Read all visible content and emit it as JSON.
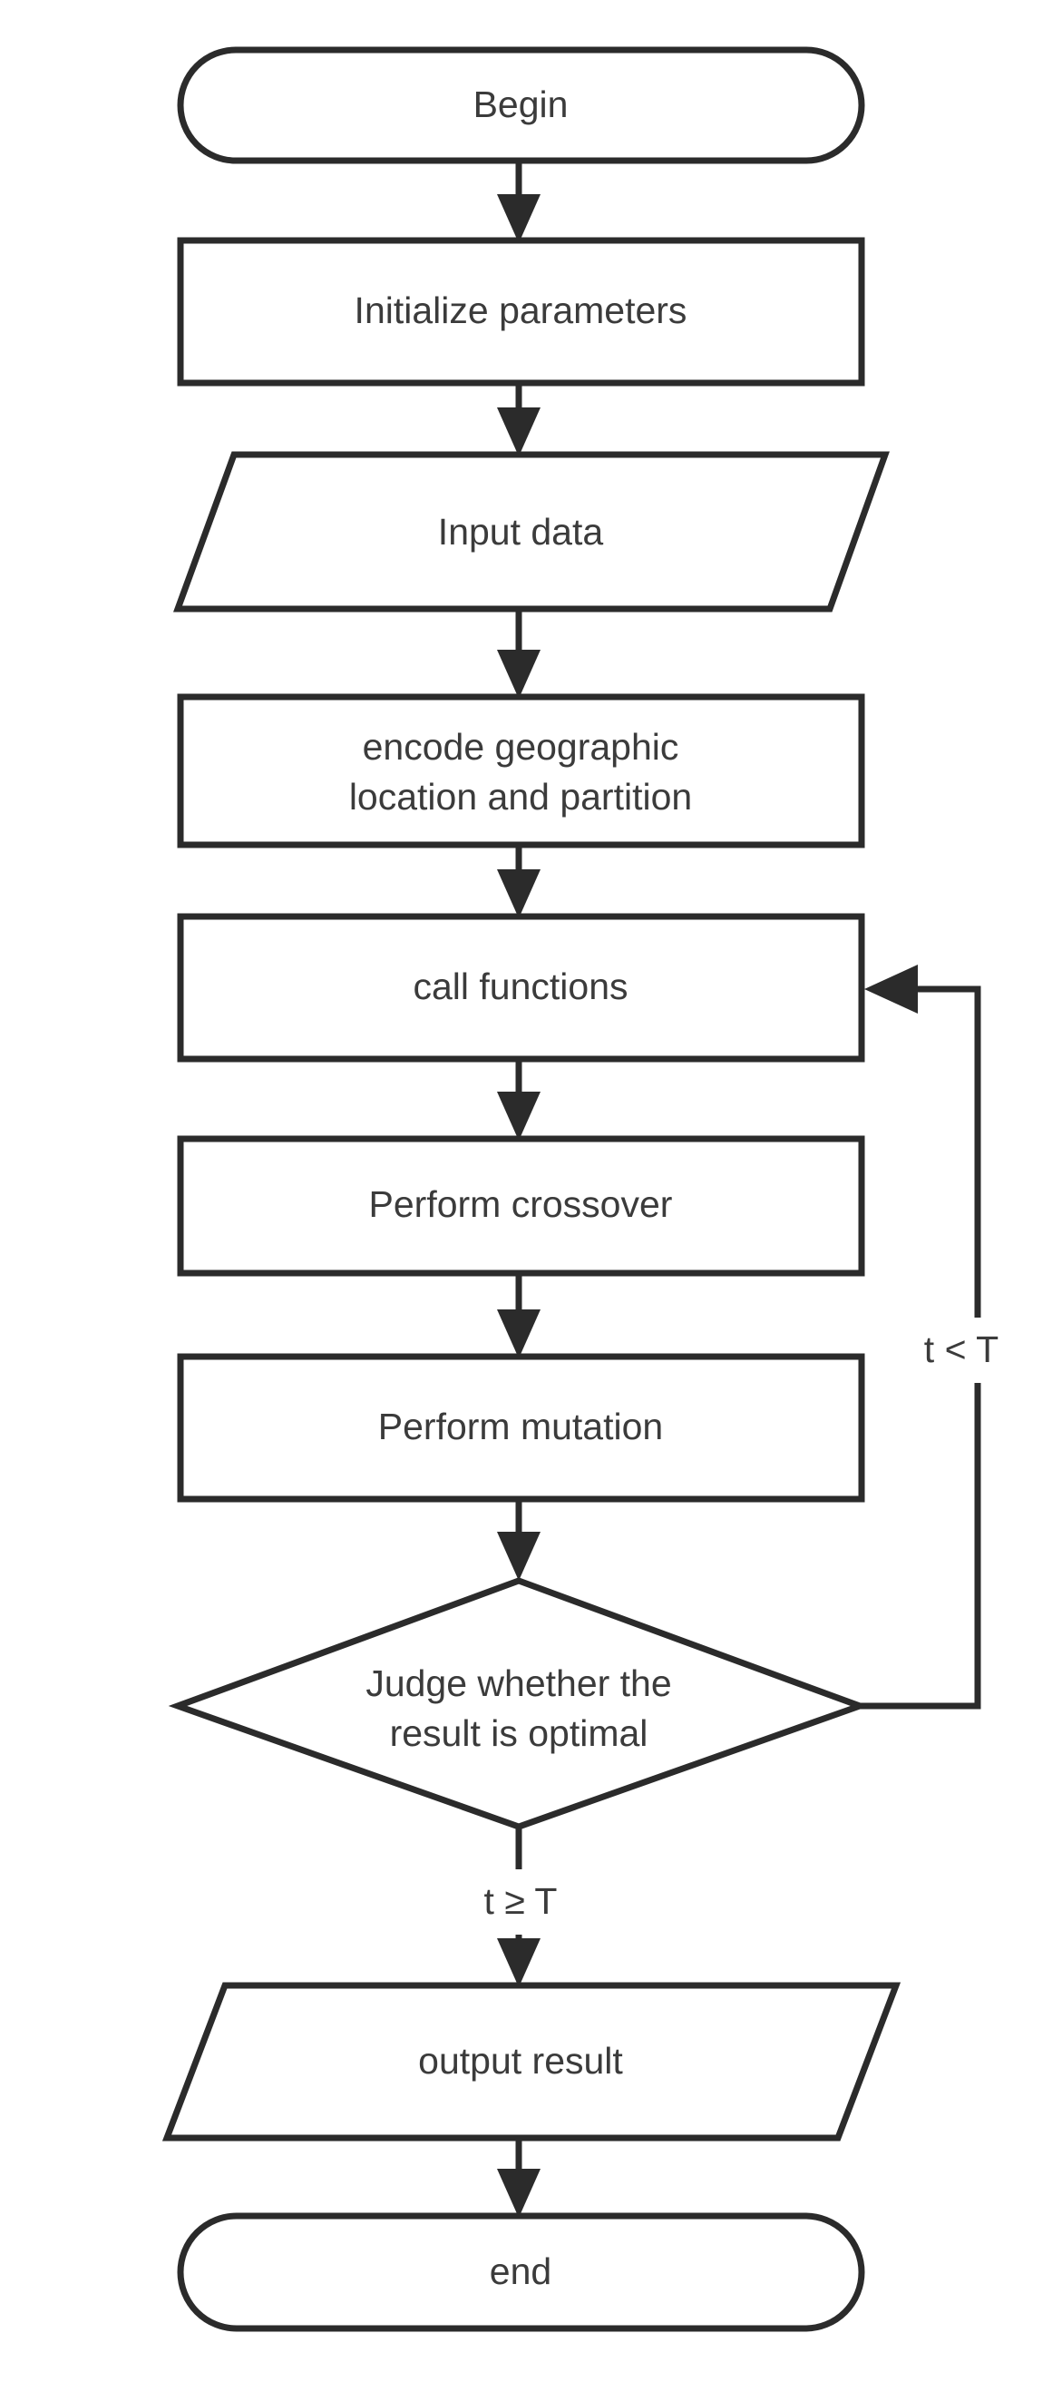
{
  "diagram": {
    "type": "flowchart",
    "orientation": "top-to-bottom",
    "background_color": "#ffffff",
    "stroke_color": "#2b2b2b",
    "text_color": "#3b3b3b",
    "nodes": [
      {
        "id": "begin",
        "shape": "terminator",
        "label": "Begin"
      },
      {
        "id": "init",
        "shape": "process",
        "label": "Initialize parameters"
      },
      {
        "id": "input",
        "shape": "parallelogram",
        "label": "Input data"
      },
      {
        "id": "encode",
        "shape": "process",
        "label_line1": "encode geographic",
        "label_line2": "location and partition"
      },
      {
        "id": "call",
        "shape": "process",
        "label": "call functions"
      },
      {
        "id": "cross",
        "shape": "process",
        "label": "Perform crossover"
      },
      {
        "id": "mutate",
        "shape": "process",
        "label": "Perform mutation"
      },
      {
        "id": "judge",
        "shape": "decision",
        "label_line1": "Judge whether the",
        "label_line2": "result is optimal"
      },
      {
        "id": "output",
        "shape": "parallelogram",
        "label": "output result"
      },
      {
        "id": "end",
        "shape": "terminator",
        "label": "end"
      }
    ],
    "edges": [
      {
        "from": "begin",
        "to": "init",
        "label": ""
      },
      {
        "from": "init",
        "to": "input",
        "label": ""
      },
      {
        "from": "input",
        "to": "encode",
        "label": ""
      },
      {
        "from": "encode",
        "to": "call",
        "label": ""
      },
      {
        "from": "call",
        "to": "cross",
        "label": ""
      },
      {
        "from": "cross",
        "to": "mutate",
        "label": ""
      },
      {
        "from": "mutate",
        "to": "judge",
        "label": ""
      },
      {
        "from": "judge",
        "to": "call",
        "label": "t < T",
        "routing": "feedback-right"
      },
      {
        "from": "judge",
        "to": "output",
        "label": "t ≥ T",
        "routing": "down"
      },
      {
        "from": "output",
        "to": "end",
        "label": ""
      }
    ]
  }
}
